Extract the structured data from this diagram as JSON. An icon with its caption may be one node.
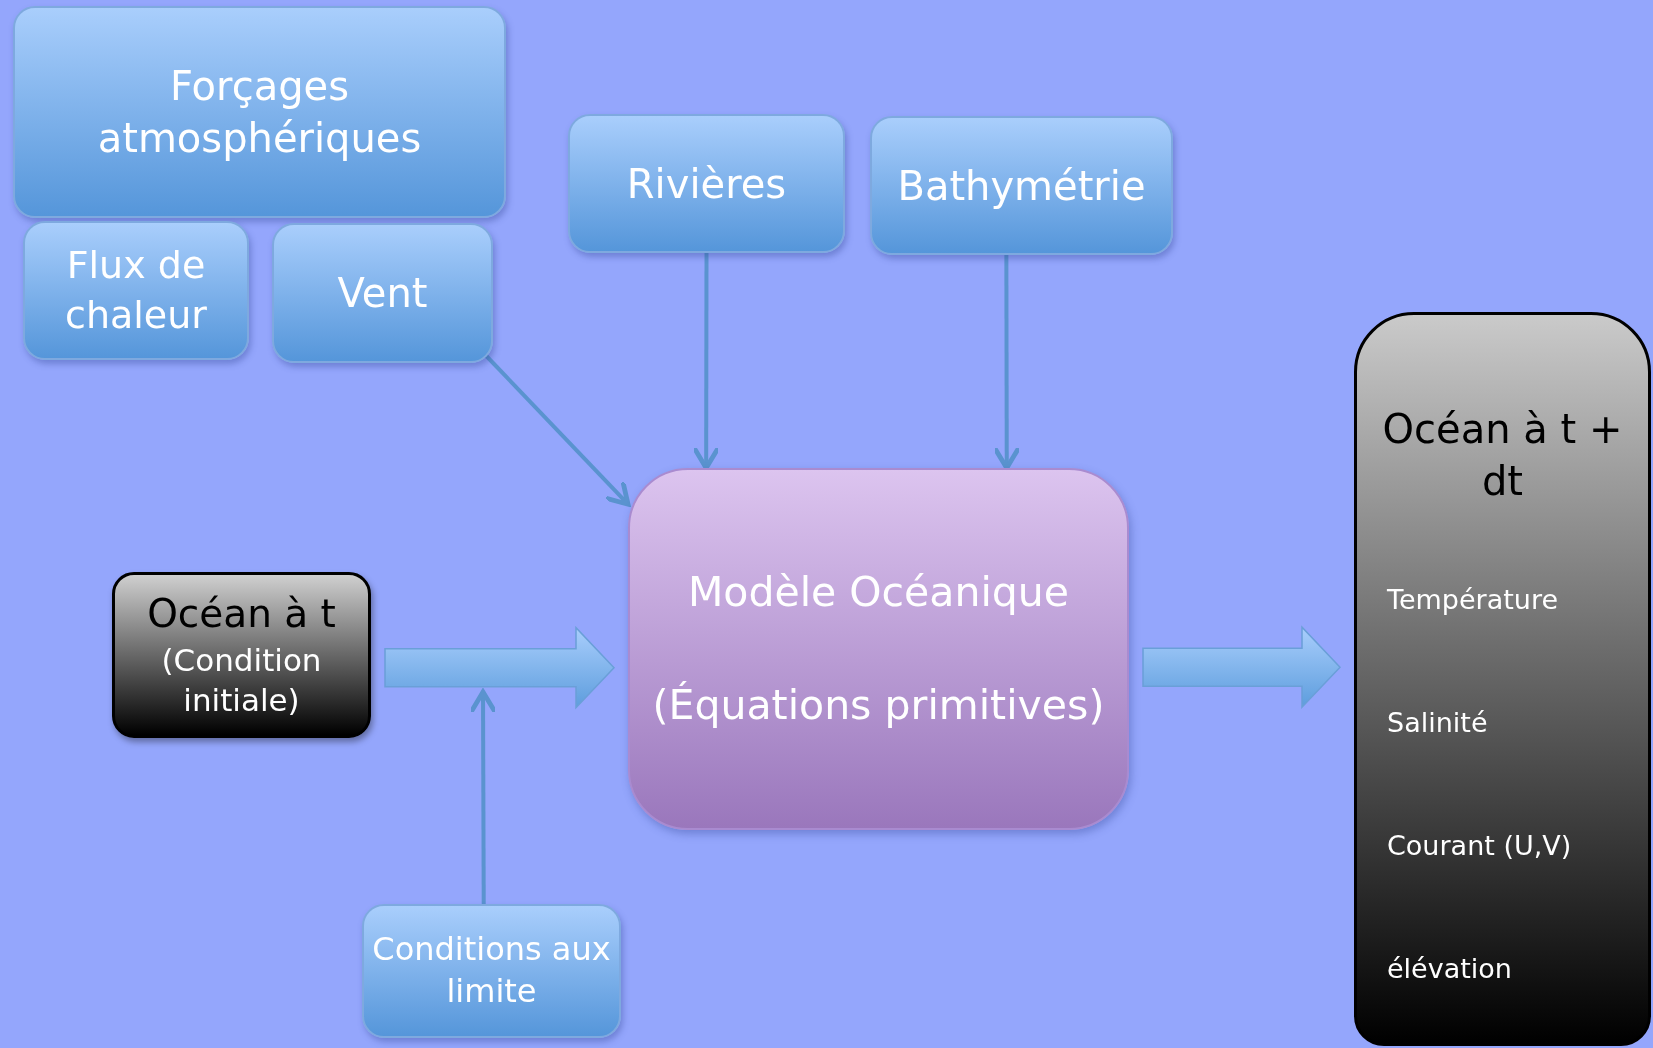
{
  "diagram": {
    "nodes": [
      {
        "text": [
          "Forçages atmosphériques"
        ]
      },
      {
        "text": [
          "Flux de chaleur"
        ]
      },
      {
        "text": [
          "Vent"
        ]
      },
      {
        "text": [
          "Rivières"
        ]
      },
      {
        "text": [
          "Bathymétrie"
        ]
      },
      {
        "text": [
          "Modèle Océanique",
          "(Équations primitives)"
        ]
      },
      {
        "text": [
          "Océan à t",
          "(Condition initiale)"
        ]
      },
      {
        "text": [
          "Conditions aux limite"
        ]
      },
      {
        "text": [
          "Océan à t + dt",
          "Température",
          "Salinité",
          "Courant (U,V)",
          "élévation"
        ]
      }
    ],
    "edges": [
      {
        "from": 2,
        "to": 5,
        "arrow": "to"
      },
      {
        "from": 3,
        "to": 5,
        "arrow": "to"
      },
      {
        "from": 4,
        "to": 5,
        "arrow": "to"
      },
      {
        "from": 6,
        "to": 5,
        "arrow": "to",
        "style": "thick"
      },
      {
        "from": 5,
        "to": 8,
        "arrow": "to",
        "style": "thick"
      },
      {
        "from": 7,
        "to": null,
        "arrow": "to"
      }
    ]
  }
}
